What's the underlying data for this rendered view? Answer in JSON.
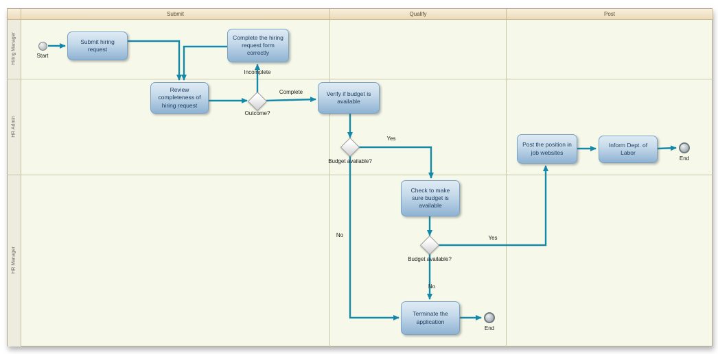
{
  "diagram": {
    "headers": {
      "submit": "Submit",
      "qualify": "Qualify",
      "post": "Post"
    },
    "lanes": {
      "lane1": "Hiring Manager",
      "lane2": "HR Admin",
      "lane3": "HR Manager"
    },
    "nodes": {
      "start": "Start",
      "submit_hiring_request": "Submit hiring request",
      "complete_form": "Complete the hiring request form correctly",
      "review_completeness": "Review completeness of hiring request",
      "outcome_gateway": "Outcome?",
      "verify_budget": "Verify if budget is available",
      "budget_gateway_1": "Budget available?",
      "check_budget": "Check to make sure budget is available",
      "budget_gateway_2": "Budget available?",
      "terminate_application": "Terminate the application",
      "end_terminate": "End",
      "post_position": "Post the position in job websites",
      "inform_dol": "Inform Dept. of Labor",
      "end_post": "End"
    },
    "edge_labels": {
      "incomplete": "Incomplete",
      "complete": "Complete",
      "yes_budget_1": "Yes",
      "no_budget_1": "No",
      "yes_budget_2": "Yes",
      "no_budget_2": "No"
    },
    "colors": {
      "lane_background": "#f6f8ea",
      "header_background": "#f0e6cf",
      "task_fill_top": "#dfebf4",
      "task_fill_bottom": "#8fb3d3",
      "task_border": "#7ba3c4",
      "connector": "#1488a8",
      "gateway_border": "#9b9b9b"
    }
  }
}
